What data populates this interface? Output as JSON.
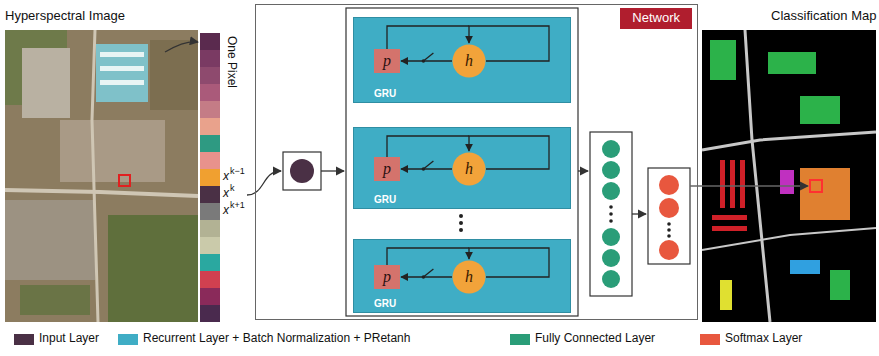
{
  "diagram": {
    "nodes": [
      {
        "text": [
          "Network"
        ]
      },
      {
        "text": [
          "GRU"
        ],
        "in": 0
      },
      {
        "text": [
          "p"
        ],
        "in": 1
      },
      {
        "text": [
          "h"
        ],
        "in": 1
      },
      {
        "text": [
          "GRU"
        ],
        "in": 0
      },
      {
        "text": [
          "p"
        ],
        "in": 4
      },
      {
        "text": [
          "h"
        ],
        "in": 4
      },
      {
        "text": [
          "GRU"
        ],
        "in": 0
      },
      {
        "text": [
          "p"
        ],
        "in": 7
      },
      {
        "text": [
          "h"
        ],
        "in": 7
      }
    ],
    "edges": [
      {
        "from": 3,
        "to": 2,
        "arrow": "to"
      },
      {
        "from": 6,
        "to": 5,
        "arrow": "to"
      },
      {
        "from": 9,
        "to": 8,
        "arrow": "to"
      }
    ],
    "labels": [
      "Hyperspectral Image",
      "One Pixel",
      "x",
      "k−1",
      "x",
      "k",
      "x",
      "k+1",
      "Classification Map"
    ],
    "legend": [
      {
        "text": "Input Layer",
        "color": "#4a3045"
      },
      {
        "text": "Recurrent Layer + Batch Normalization + PRetanh",
        "color": "#3fadc5"
      },
      {
        "text": "Fully Connected Layer",
        "color": "#2a9d78"
      },
      {
        "text": "Softmax Layer",
        "color": "#e8573e"
      }
    ]
  }
}
